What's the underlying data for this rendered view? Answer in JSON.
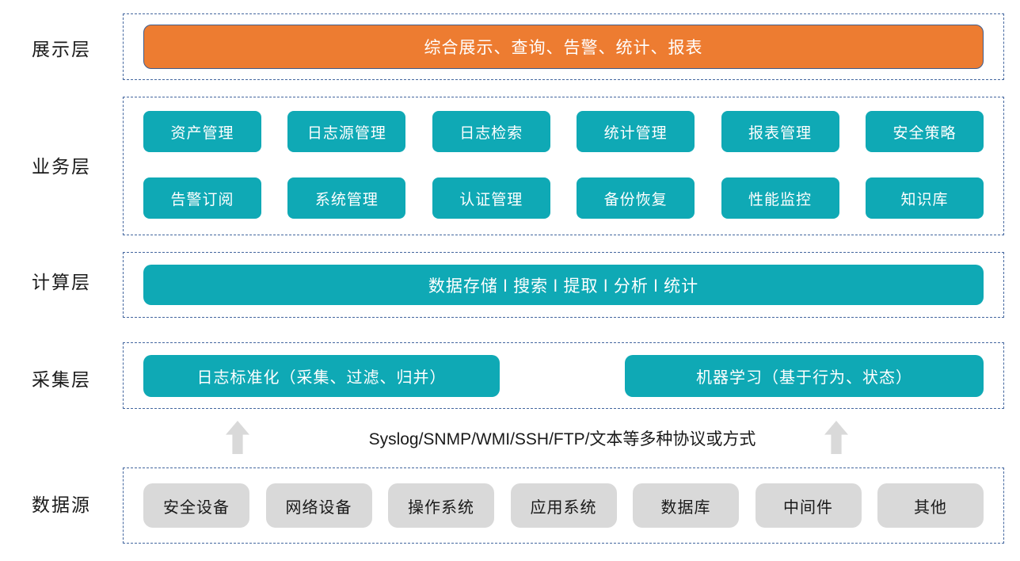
{
  "layers": {
    "presentation": {
      "label": "展示层",
      "bar": "综合展示、查询、告警、统计、报表"
    },
    "business": {
      "label": "业务层",
      "rows": [
        [
          "资产管理",
          "日志源管理",
          "日志检索",
          "统计管理",
          "报表管理",
          "安全策略"
        ],
        [
          "告警订阅",
          "系统管理",
          "认证管理",
          "备份恢复",
          "性能监控",
          "知识库"
        ]
      ]
    },
    "compute": {
      "label": "计算层",
      "bar": "数据存储 l 搜索 l 提取 l 分析 l 统计"
    },
    "collection": {
      "label": "采集层",
      "boxes": [
        "日志标准化（采集、过滤、归并）",
        "机器学习（基于行为、状态）"
      ]
    },
    "datasource": {
      "label": "数据源",
      "boxes": [
        "安全设备",
        "网络设备",
        "操作系统",
        "应用系统",
        "数据库",
        "中间件",
        "其他"
      ]
    }
  },
  "transport": {
    "note": "Syslog/SNMP/WMI/SSH/FTP/文本等多种协议或方式",
    "arrow_icon": "up-arrow"
  },
  "colors": {
    "teal": "#0FA9B5",
    "orange": "#ED7C31",
    "orange_border": "#3F5C8C",
    "dashed_border": "#44679F",
    "gray_box": "#D9D9D9",
    "arrow": "#D9D9D9",
    "text": "#1A1A1A"
  }
}
